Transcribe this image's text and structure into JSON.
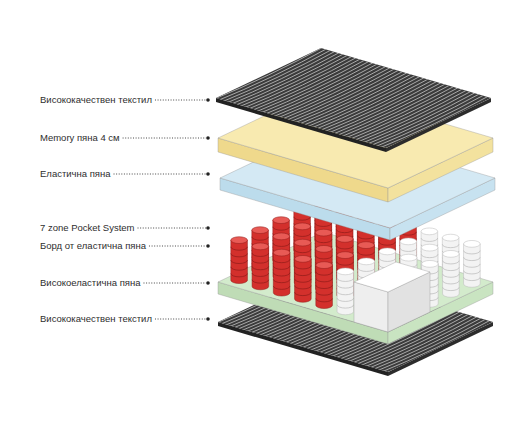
{
  "diagram": {
    "labels": [
      "Висококачествен текстил",
      "Memory пяна 4 см",
      "Еластична пяна",
      "7 zone Pocket System",
      "Борд от еластична пяна",
      "Високоеластична пяна",
      "Висококачествен текстил"
    ]
  }
}
